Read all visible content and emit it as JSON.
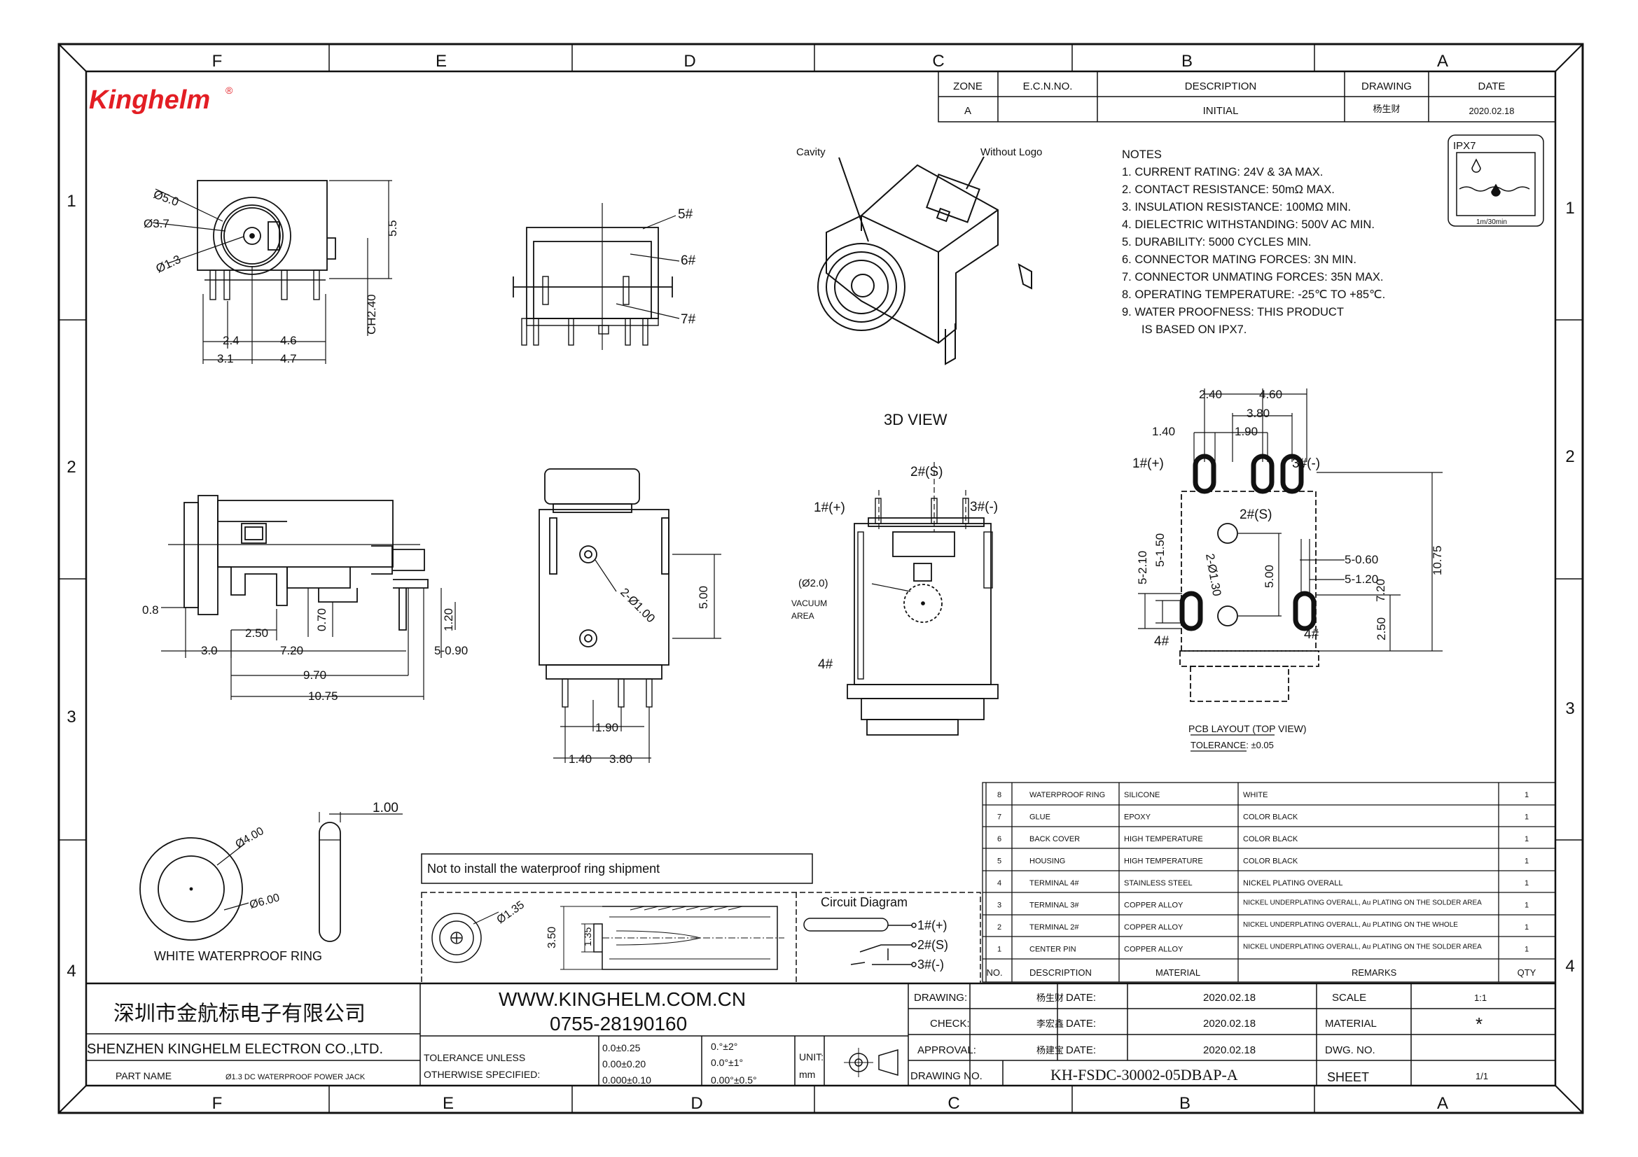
{
  "logo": {
    "text": "Kinghelm",
    "reg": "®",
    "color": "#e31e24"
  },
  "frame": {
    "top_zones": [
      "F",
      "E",
      "D",
      "C",
      "B",
      "A"
    ],
    "bottom_zones": [
      "F",
      "E",
      "D",
      "C",
      "B",
      "A"
    ],
    "left_rows": [
      "1",
      "2",
      "3",
      "4"
    ],
    "right_rows": [
      "1",
      "2",
      "3",
      "4"
    ]
  },
  "revision": {
    "headers": [
      "ZONE",
      "E.C.N.NO.",
      "DESCRIPTION",
      "DRAWING",
      "DATE"
    ],
    "row": [
      "A",
      "",
      "INITIAL",
      "杨生财",
      "2020.02.18"
    ]
  },
  "notes": {
    "title": "NOTES",
    "items": [
      "1. CURRENT RATING: 24V & 3A MAX.",
      "2. CONTACT RESISTANCE: 50mΩ MAX.",
      "3. INSULATION RESISTANCE: 100MΩ MIN.",
      "4. DIELECTRIC WITHSTANDING: 500V AC MIN.",
      "5. DURABILITY: 5000 CYCLES MIN.",
      "6. CONNECTOR MATING FORCES: 3N MIN.",
      "7. CONNECTOR UNMATING FORCES: 35N MAX.",
      "8. OPERATING TEMPERATURE: -25℃ TO +85℃.",
      "9. WATER PROOFNESS: THIS PRODUCT",
      "IS BASED ON IPX7."
    ]
  },
  "ipx": {
    "label": "IPX7",
    "sub": "1m/30min"
  },
  "labels": {
    "cavity": "Cavity",
    "without_logo": "Without Logo",
    "view3d": "3D VIEW",
    "vacuum": "VACUUM",
    "area": "AREA",
    "phi2": "(Ø2.0)",
    "pcb_layout": "PCB LAYOUT (TOP VIEW)",
    "tolerance": "TOLERANCE: ±0.05",
    "ring": "WHITE WATERPROOF RING",
    "no_ring": "Not to install the waterproof ring shipment",
    "circuit": "Circuit Diagram",
    "p1": "1#(+)",
    "p2": "2#(S)",
    "p3": "3#(-)",
    "p4": "4#",
    "c5": "5#",
    "c6": "6#",
    "c7": "7#"
  },
  "dims": {
    "d50": "Ø5.0",
    "d37": "Ø3.7",
    "d13": "Ø1.3",
    "h55": "5.5",
    "ch240": "CH2.40",
    "w24": "2.4",
    "w46": "4.6",
    "w31": "3.1",
    "w47": "4.7",
    "s08": "0.8",
    "s30": "3.0",
    "s250": "2.50",
    "s070": "0.70",
    "s120": "1.20",
    "s720": "7.20",
    "s970": "9.70",
    "s1075": "10.75",
    "s590": "5-0.90",
    "f500": "5.00",
    "f2d100": "2-Ø1.00",
    "f190": "1.90",
    "f140": "1.40",
    "f380": "3.80",
    "r400": "Ø4.00",
    "r600": "Ø6.00",
    "r100": "1.00",
    "x135": "Ø1.35",
    "x350": "3.50",
    "x135b": "1.35",
    "p240": "2.40",
    "p460": "4.60",
    "p380": "3.80",
    "p140": "1.40",
    "p190": "1.90",
    "p210": "5-2.10",
    "p150": "5-1.50",
    "p2d130": "2-Ø1.30",
    "p500": "5.00",
    "p060": "5-0.60",
    "p5120": "5-1.20",
    "p720": "7.20",
    "p1075": "10.75",
    "p250": "2.50"
  },
  "bom": {
    "header": [
      "NO.",
      "DESCRIPTION",
      "MATERIAL",
      "REMARKS",
      "QTY"
    ],
    "rows": [
      [
        "8",
        "WATERPROOF RING",
        "SILICONE",
        "WHITE",
        "1"
      ],
      [
        "7",
        "GLUE",
        "EPOXY",
        "COLOR BLACK",
        "1"
      ],
      [
        "6",
        "BACK COVER",
        "HIGH TEMPERATURE",
        "COLOR BLACK",
        "1"
      ],
      [
        "5",
        "HOUSING",
        "HIGH TEMPERATURE",
        "COLOR BLACK",
        "1"
      ],
      [
        "4",
        "TERMINAL 4#",
        "STAINLESS STEEL",
        "NICKEL PLATING OVERALL",
        "1"
      ],
      [
        "3",
        "TERMINAL 3#",
        "COPPER ALLOY",
        "NICKEL UNDERPLATING OVERALL, Au PLATING ON THE SOLDER AREA",
        "1"
      ],
      [
        "2",
        "TERMINAL 2#",
        "COPPER ALLOY",
        "NICKEL UNDERPLATING OVERALL, Au PLATING ON THE WHOLE",
        "1"
      ],
      [
        "1",
        "CENTER PIN",
        "COPPER ALLOY",
        "NICKEL UNDERPLATING OVERALL, Au PLATING ON THE SOLDER AREA",
        "1"
      ]
    ]
  },
  "title_block": {
    "company_cn": "深圳市金航标电子有限公司",
    "company_en": "SHENZHEN KINGHELM ELECTRON CO.,LTD.",
    "website": "WWW.KINGHELM.COM.CN",
    "phone": "0755-28190160",
    "tol_label1": "TOLERANCE UNLESS",
    "tol_label2": "OTHERWISE SPECIFIED:",
    "tol1": "0.0±0.25",
    "tol2": "0.00±0.20",
    "tol3": "0.000±0.10",
    "ang1": "0.°±2°",
    "ang2": "0.0°±1°",
    "ang3": "0.00°±0.5°",
    "unit_label": "UNIT:",
    "unit": "mm",
    "part_label": "PART NAME",
    "part": "Ø1.3 DC WATERPROOF POWER JACK",
    "drawing_label": "DRAWING:",
    "check_label": "CHECK:",
    "approval_label": "APPROVAL:",
    "drawing_no_label": "DRAWING NO.",
    "drawer": "杨生财",
    "checker": "李宏鑫",
    "approver": "杨建宝",
    "date_label": "DATE:",
    "date1": "2020.02.18",
    "date2": "2020.02.18",
    "date3": "2020.02.18",
    "scale_label": "SCALE",
    "scale": "1:1",
    "material_label": "MATERIAL",
    "material": "*",
    "dwg_label": "DWG. NO.",
    "drawing_no": "KH-FSDC-30002-05DBAP-A",
    "sheet_label": "SHEET",
    "sheet": "1/1"
  }
}
